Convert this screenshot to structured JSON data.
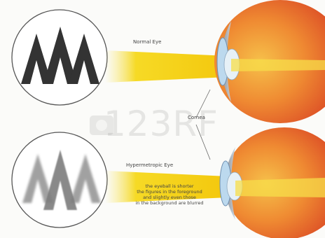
{
  "labels": {
    "normal_eye": "Normal Eye",
    "cornea": "Cornea",
    "hypermetropic_eye": "Hypermetropic Eye"
  },
  "caption": [
    "the eyeball is shorter",
    "the figures in the foreground",
    "and slightly even those",
    "in the background are blurred"
  ],
  "chart_letters": {
    "normal": "AAA",
    "blurred": "AAA"
  },
  "watermark": "123RF",
  "colors": {
    "background": "#fbfbf9",
    "letters_sharp": "#333333",
    "letters_blurred": "#8a8a8a",
    "light_beam": "#f5d400",
    "eyeball_red": "#e0502a",
    "eyeball_orange": "#f4a23a",
    "cornea_blue": "#9ec9e8"
  }
}
